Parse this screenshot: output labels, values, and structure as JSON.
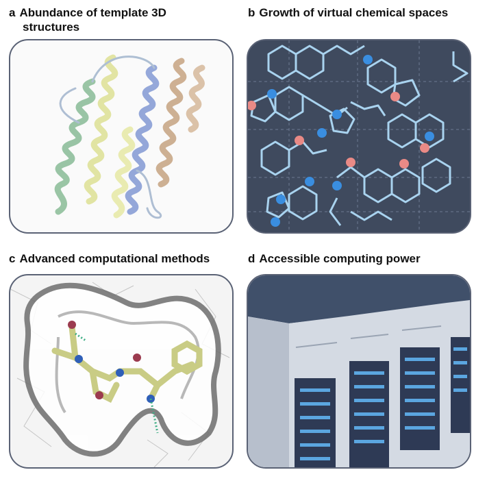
{
  "panels": [
    {
      "letter": "a",
      "title_line1": "Abundance of template 3D",
      "title_line2": "structures"
    },
    {
      "letter": "b",
      "title_line1": "Growth of virtual chemical spaces"
    },
    {
      "letter": "c",
      "title_line1": "Advanced computational methods"
    },
    {
      "letter": "d",
      "title_line1": "Accessible computing power"
    }
  ],
  "colors": {
    "panel_border": "#5a6275",
    "chem_background": "#3f4a5e",
    "chem_bond": "#a9d3ef",
    "atom_blue": "#3a8ee0",
    "atom_red": "#e98a86",
    "helix_green": "#8fbf9c",
    "helix_yellow": "#dfe29a",
    "helix_blue": "#8a9fd6",
    "helix_tan": "#c9a888",
    "ligand": "#c9cc85",
    "server_body": "#c9d0db",
    "server_panel": "#2e3a55",
    "server_led": "#5ba6e0"
  }
}
